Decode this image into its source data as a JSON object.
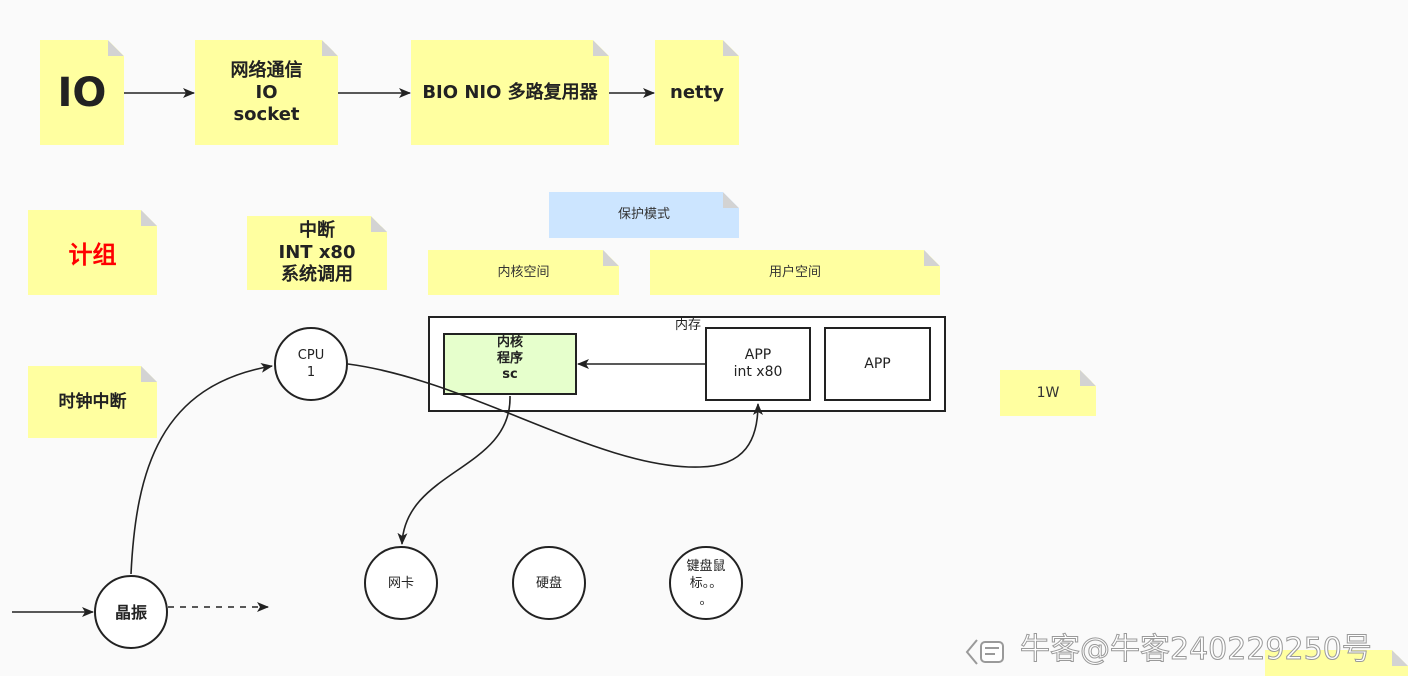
{
  "diagram": {
    "top_row": {
      "io": "IO",
      "network": [
        "网络通信",
        "IO",
        "socket"
      ],
      "bio_nio": "BIO NIO 多路复用器",
      "netty": "netty"
    },
    "jizu": "计组",
    "interrupt": [
      "中断",
      "INT x80",
      "系统调用"
    ],
    "protected_mode": "保护模式",
    "kernel_space": "内核空间",
    "user_space": "用户空间",
    "clock_interrupt": "时钟中断",
    "one_w": "1W",
    "memory": {
      "label": "内存",
      "kernel_program": [
        "内核",
        "程序",
        "sc"
      ],
      "app_int": [
        "APP",
        "int x80"
      ],
      "app": "APP"
    },
    "cpu": [
      "CPU",
      "1"
    ],
    "devices": {
      "nic": "网卡",
      "disk": "硬盘",
      "keyboard_mouse": [
        "键盘鼠",
        "标。。",
        "。"
      ]
    },
    "crystal": "晶振"
  },
  "watermark": "牛客@牛客240229250号",
  "icons": {
    "watermark_logo": "niuke-logo-icon"
  },
  "colors": {
    "background": "#fafafa",
    "note_yellow": "#ffffa0",
    "note_blue": "#cce5ff",
    "note_fold": "#d3d3d3",
    "kernel_green": "#e6ffcc",
    "highlight_red": "#ff0000",
    "stroke": "#222222"
  }
}
